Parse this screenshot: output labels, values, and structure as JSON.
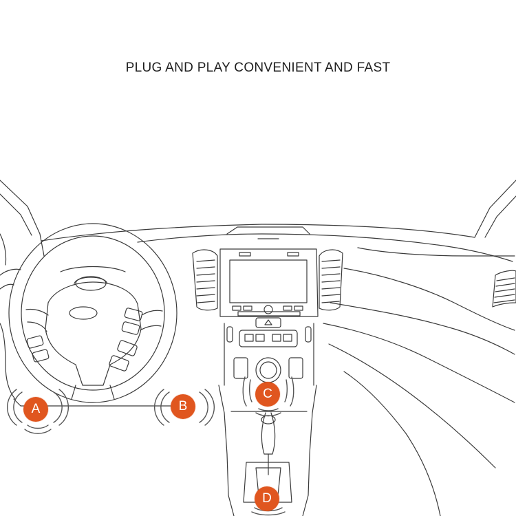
{
  "headline": "PLUG AND PLAY CONVENIENT AND FAST",
  "accent_color": "#e0561f",
  "markers": [
    {
      "id": "A",
      "label": "A"
    },
    {
      "id": "B",
      "label": "B"
    },
    {
      "id": "C",
      "label": "C"
    },
    {
      "id": "D",
      "label": "D"
    }
  ]
}
